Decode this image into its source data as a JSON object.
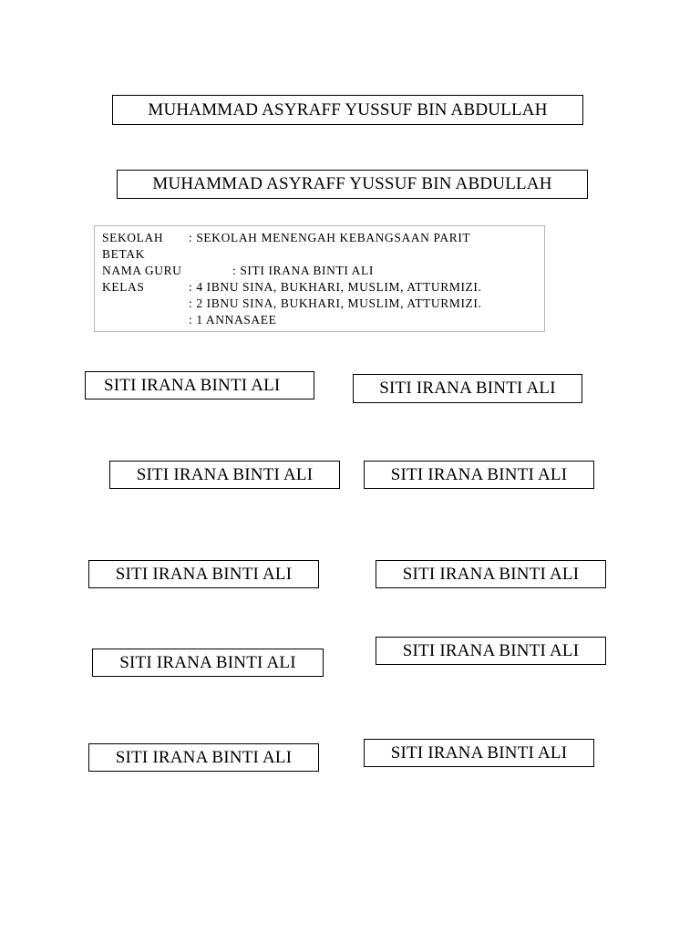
{
  "student_name_labels": [
    "MUHAMMAD ASYRAFF YUSSUF BIN ABDULLAH",
    "MUHAMMAD ASYRAFF YUSSUF BIN ABDULLAH"
  ],
  "info": {
    "school_key": "SEKOLAH",
    "school_value": ": SEKOLAH MENENGAH KEBANGSAAN PARIT",
    "school_value_cont": "BETAK",
    "teacher_key": "NAMA GURU",
    "teacher_value": ": SITI IRANA BINTI ALI",
    "class_key": "KELAS",
    "classes": [
      ": 4 IBNU SINA, BUKHARI, MUSLIM, ATTURMIZI.",
      ": 2 IBNU SINA, BUKHARI, MUSLIM, ATTURMIZI.",
      ": 1 ANNASAEE"
    ]
  },
  "teacher_labels": [
    "SITI IRANA BINTI ALI",
    "SITI IRANA BINTI ALI",
    "SITI IRANA BINTI ALI",
    "SITI IRANA BINTI ALI",
    "SITI IRANA BINTI ALI",
    "SITI IRANA BINTI ALI",
    "SITI IRANA BINTI ALI",
    "SITI IRANA BINTI ALI",
    "SITI IRANA BINTI ALI",
    "SITI IRANA BINTI ALI"
  ]
}
